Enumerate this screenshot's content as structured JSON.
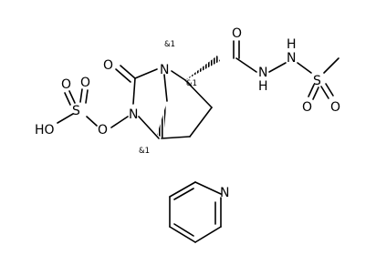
{
  "molecule": {
    "atoms": {
      "o_carbonyl_left": "O",
      "n_bridgehead": "N",
      "n_ring": "N",
      "o_ns": "O",
      "s_sulfate": "S",
      "o_sulfate_top_left": "O",
      "o_sulfate_top_right": "O",
      "ho_sulfate": "HO",
      "o_carbonyl_right": "O",
      "nh_1": "N",
      "h_1": "H",
      "nh_2": "N",
      "h_2": "H",
      "s_sulfonyl": "S",
      "o_sulfonyl_1": "O",
      "o_sulfonyl_2": "O",
      "n_pyridine": "N"
    },
    "stereo_labels": {
      "n_bridge": "&1",
      "c_alpha": "&1",
      "c_bridgehead": "&1"
    }
  }
}
